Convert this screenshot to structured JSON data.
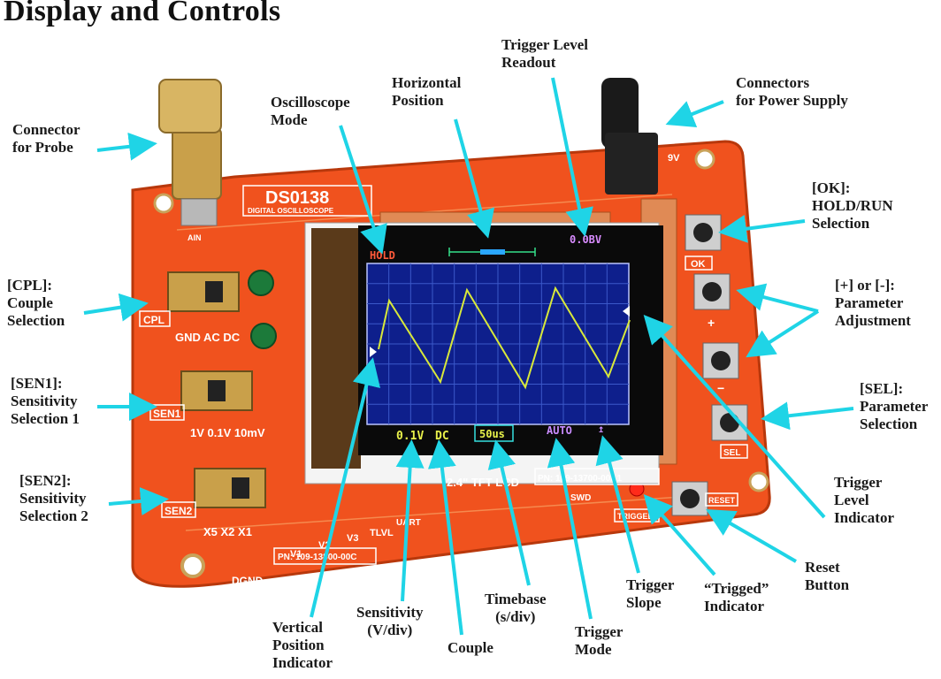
{
  "title": "Display and Controls",
  "board": {
    "model": "DS0138",
    "subtitle": "DIGITAL OSCILLOSCOPE",
    "lcd_label": "2.4\" TFT LCD",
    "pn_right": "PN: 109-13700-00A1",
    "pn_left": "PN: 109-13800-00C",
    "cpl_tag": "CPL",
    "sen1_tag": "SEN1",
    "sen2_tag": "SEN2",
    "cpl_opts": "GND AC DC",
    "sen1_opts": "1V 0.1V 10mV",
    "sen2_opts": "X5 X2 X1",
    "ok_btn": "OK",
    "plus_btn": "+",
    "minus_btn": "−",
    "sel_btn": "SEL",
    "reset_btn": "RESET",
    "trigged_tag": "TRIGGED",
    "uart": "UART",
    "swd": "SWD",
    "power": "9V",
    "ain": "AIN",
    "dgnd": "DGND",
    "v1": "V1",
    "v2": "V2",
    "v3": "V3",
    "tlvl": "TLVL"
  },
  "screen": {
    "mode": "HOLD",
    "trigger_level": "0.0BV",
    "sensitivity": "0.1V",
    "couple": "DC",
    "timebase": "50us",
    "trigger_mode": "AUTO",
    "slope": "↥"
  },
  "colors": {
    "pcb": "#f0521e",
    "pcb_dark": "#c73d10",
    "arrow": "#1fd4e6",
    "screen_bg": "#0e1f8c",
    "trace": "#d8e83a",
    "grid": "#3b58c9"
  },
  "callouts": {
    "probe": "Connector\nfor Probe",
    "mode": "Oscilloscope\nMode",
    "hpos": "Horizontal\nPosition",
    "trig_readout": "Trigger Level\nReadout",
    "power": "Connectors\nfor Power Supply",
    "ok": "[OK]:\nHOLD/RUN\nSelection",
    "plusminus": "[+] or [-]:\nParameter\nAdjustment",
    "sel": "[SEL]:\nParameter\nSelection",
    "trig_ind": "Trigger\nLevel\nIndicator",
    "reset": "Reset\nButton",
    "trigged": "“Trigged”\nIndicator",
    "slope": "Trigger\nSlope",
    "tmode": "Trigger\nMode",
    "timebase": "Timebase\n(s/div)",
    "couple": "Couple",
    "sens": "Sensitivity\n(V/div)",
    "vpos": "Vertical\nPosition\nIndicator",
    "cpl": "[CPL]:\nCouple\nSelection",
    "sen1": "[SEN1]:\nSensitivity\nSelection 1",
    "sen2": "[SEN2]:\nSensitivity\nSelection 2"
  }
}
